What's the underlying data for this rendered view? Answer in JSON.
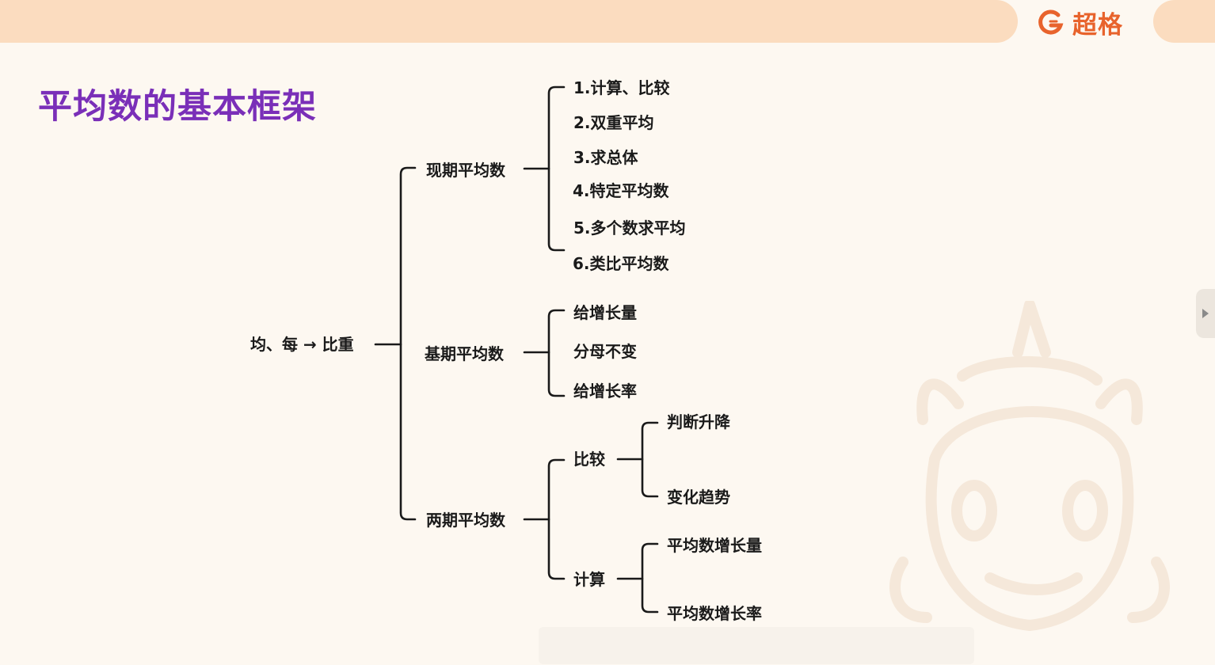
{
  "header": {
    "brand_name": "超格",
    "brand_color": "#e8632c",
    "logo_icon": "brand-g-icon",
    "bar_color": "#fbdcbf"
  },
  "slide": {
    "title": "平均数的基本框架",
    "title_color": "#7a2fb8"
  },
  "mindmap": {
    "root": "均、每 → 比重",
    "current": {
      "label": "现期平均数",
      "items": [
        "1.计算、比较",
        "2.双重平均",
        "3.求总体",
        "4.特定平均数",
        "5.多个数求平均",
        "6.类比平均数"
      ]
    },
    "base": {
      "label": "基期平均数",
      "items": [
        "给增长量",
        "分母不变",
        "给增长率"
      ]
    },
    "two_period": {
      "label": "两期平均数",
      "compare": {
        "label": "比较",
        "items": [
          "判断升降",
          "变化趋势"
        ]
      },
      "calc": {
        "label": "计算",
        "items": [
          "平均数增长量",
          "平均数增长率"
        ]
      }
    }
  },
  "decor": {
    "mascot": "unicorn-watermark-icon",
    "side_tab": "chevron-right-icon"
  }
}
